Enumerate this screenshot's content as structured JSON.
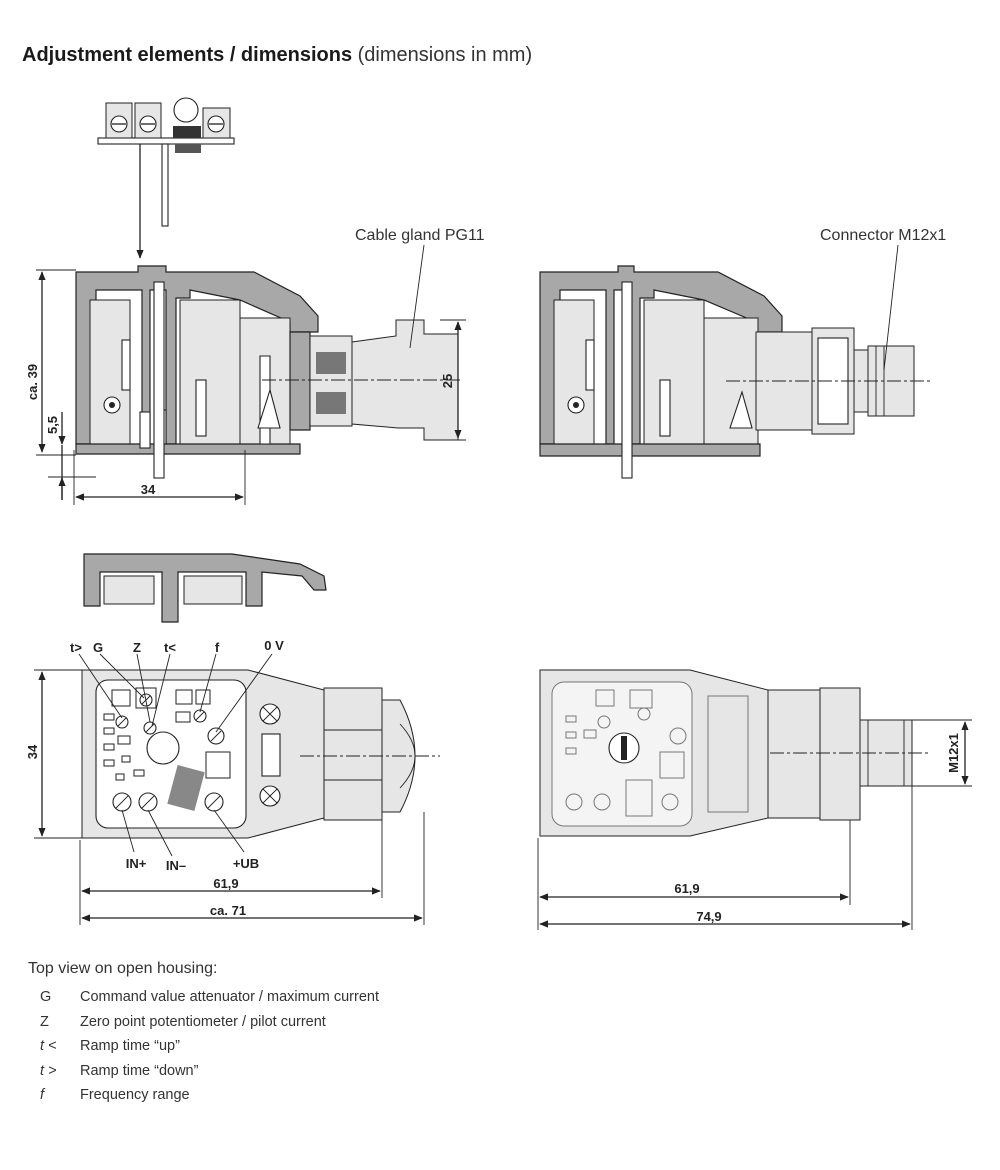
{
  "heading": {
    "bold": "Adjustment elements / dimensions",
    "normal": "(dimensions in mm)"
  },
  "labels": {
    "cable_gland": "Cable gland PG11",
    "connector": "Connector M12x1"
  },
  "dimensions": {
    "height_39": "ca. 39",
    "offset_5_5": "5,5",
    "length_34": "34",
    "gland_25": "25",
    "width_34": "34",
    "length_61_9_left": "61,9",
    "length_71": "ca. 71",
    "length_61_9_right": "61,9",
    "length_74_9": "74,9",
    "thread_m12": "M12x1"
  },
  "adjusters": {
    "t_gt": "t>",
    "g": "G",
    "z": "Z",
    "t_lt": "t<",
    "f": "f",
    "zero_v": "0 V",
    "in_plus": "IN+",
    "in_minus": "IN–",
    "ub_plus": "+UB"
  },
  "legend": {
    "title": "Top view on open housing:",
    "items": [
      {
        "symbol": "G",
        "text": "Command value attenuator / maximum current"
      },
      {
        "symbol": "Z",
        "text": "Zero point potentiometer / pilot current"
      },
      {
        "symbol": "t <",
        "text": "Ramp time “up”"
      },
      {
        "symbol": "t >",
        "text": "Ramp time “down”"
      },
      {
        "symbol": "f",
        "text": "Frequency range"
      }
    ]
  }
}
